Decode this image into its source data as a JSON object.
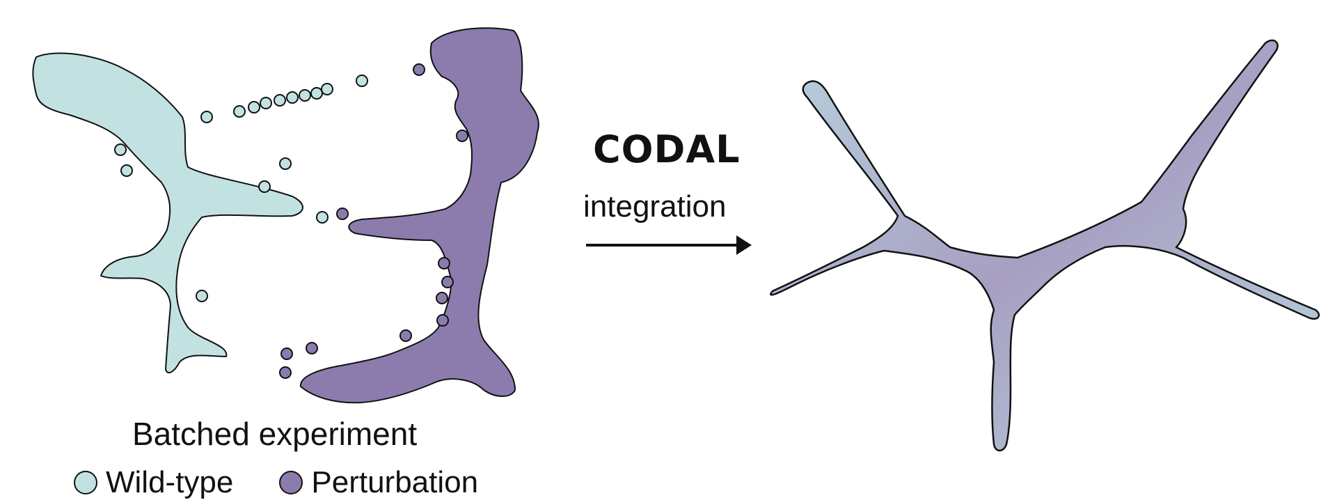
{
  "figure": {
    "left_panel": {
      "caption": "Batched experiment",
      "legend": [
        {
          "label": "Wild-type",
          "color": "#c2e2e2"
        },
        {
          "label": "Perturbation",
          "color": "#8c7cae"
        }
      ]
    },
    "arrow": {
      "method_name": "CODAL",
      "subtitle": "integration"
    },
    "right_panel": {
      "caption": ""
    },
    "colors": {
      "wild_type": "#c2e2e2",
      "perturbation": "#8c7cae",
      "outline": "#111111"
    }
  }
}
